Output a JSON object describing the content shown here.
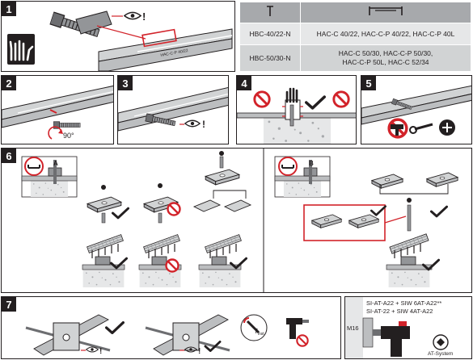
{
  "panels": [
    {
      "number": "1"
    },
    {
      "number": "2"
    },
    {
      "number": "3"
    },
    {
      "number": "4"
    },
    {
      "number": "5"
    },
    {
      "number": "6"
    },
    {
      "number": "7"
    }
  ],
  "table": {
    "rows": [
      {
        "model": "HBC-40/22-N",
        "channels": [
          "HAC-C 40/22, HAC-C-P 40/22, HAC-C-P 40L"
        ]
      },
      {
        "model": "HBC-50/30-N",
        "channels": [
          "HAC-C 50/30, HAC-C-P 50/30,",
          "HAC-C-P 50L, HAC-C 52/34"
        ]
      }
    ]
  },
  "step1": {
    "rail_text": "HAC-C-P 40/22"
  },
  "step2": {
    "angle": "90°"
  },
  "step6": {
    "detail_a": "A",
    "detail_b": "B"
  },
  "step7": {
    "t_label": "T",
    "t_sub": "inst",
    "bolt_size": "M16",
    "tool_line1": "SI-AT-A22 + SIW 6AT-A22**",
    "tool_line2": "SI-AT-22 + SIW 4AT-A22",
    "system_label": "AT-System"
  },
  "colors": {
    "accent": "#d2232a",
    "dark": "#231f20",
    "gray": "#a7a9ac"
  },
  "icons": [
    "gloves-icon",
    "eye-icon",
    "checkmark-icon",
    "prohibited-icon",
    "wrench-icon",
    "drill-icon",
    "hammer-icon",
    "rotate-arrow-icon"
  ]
}
